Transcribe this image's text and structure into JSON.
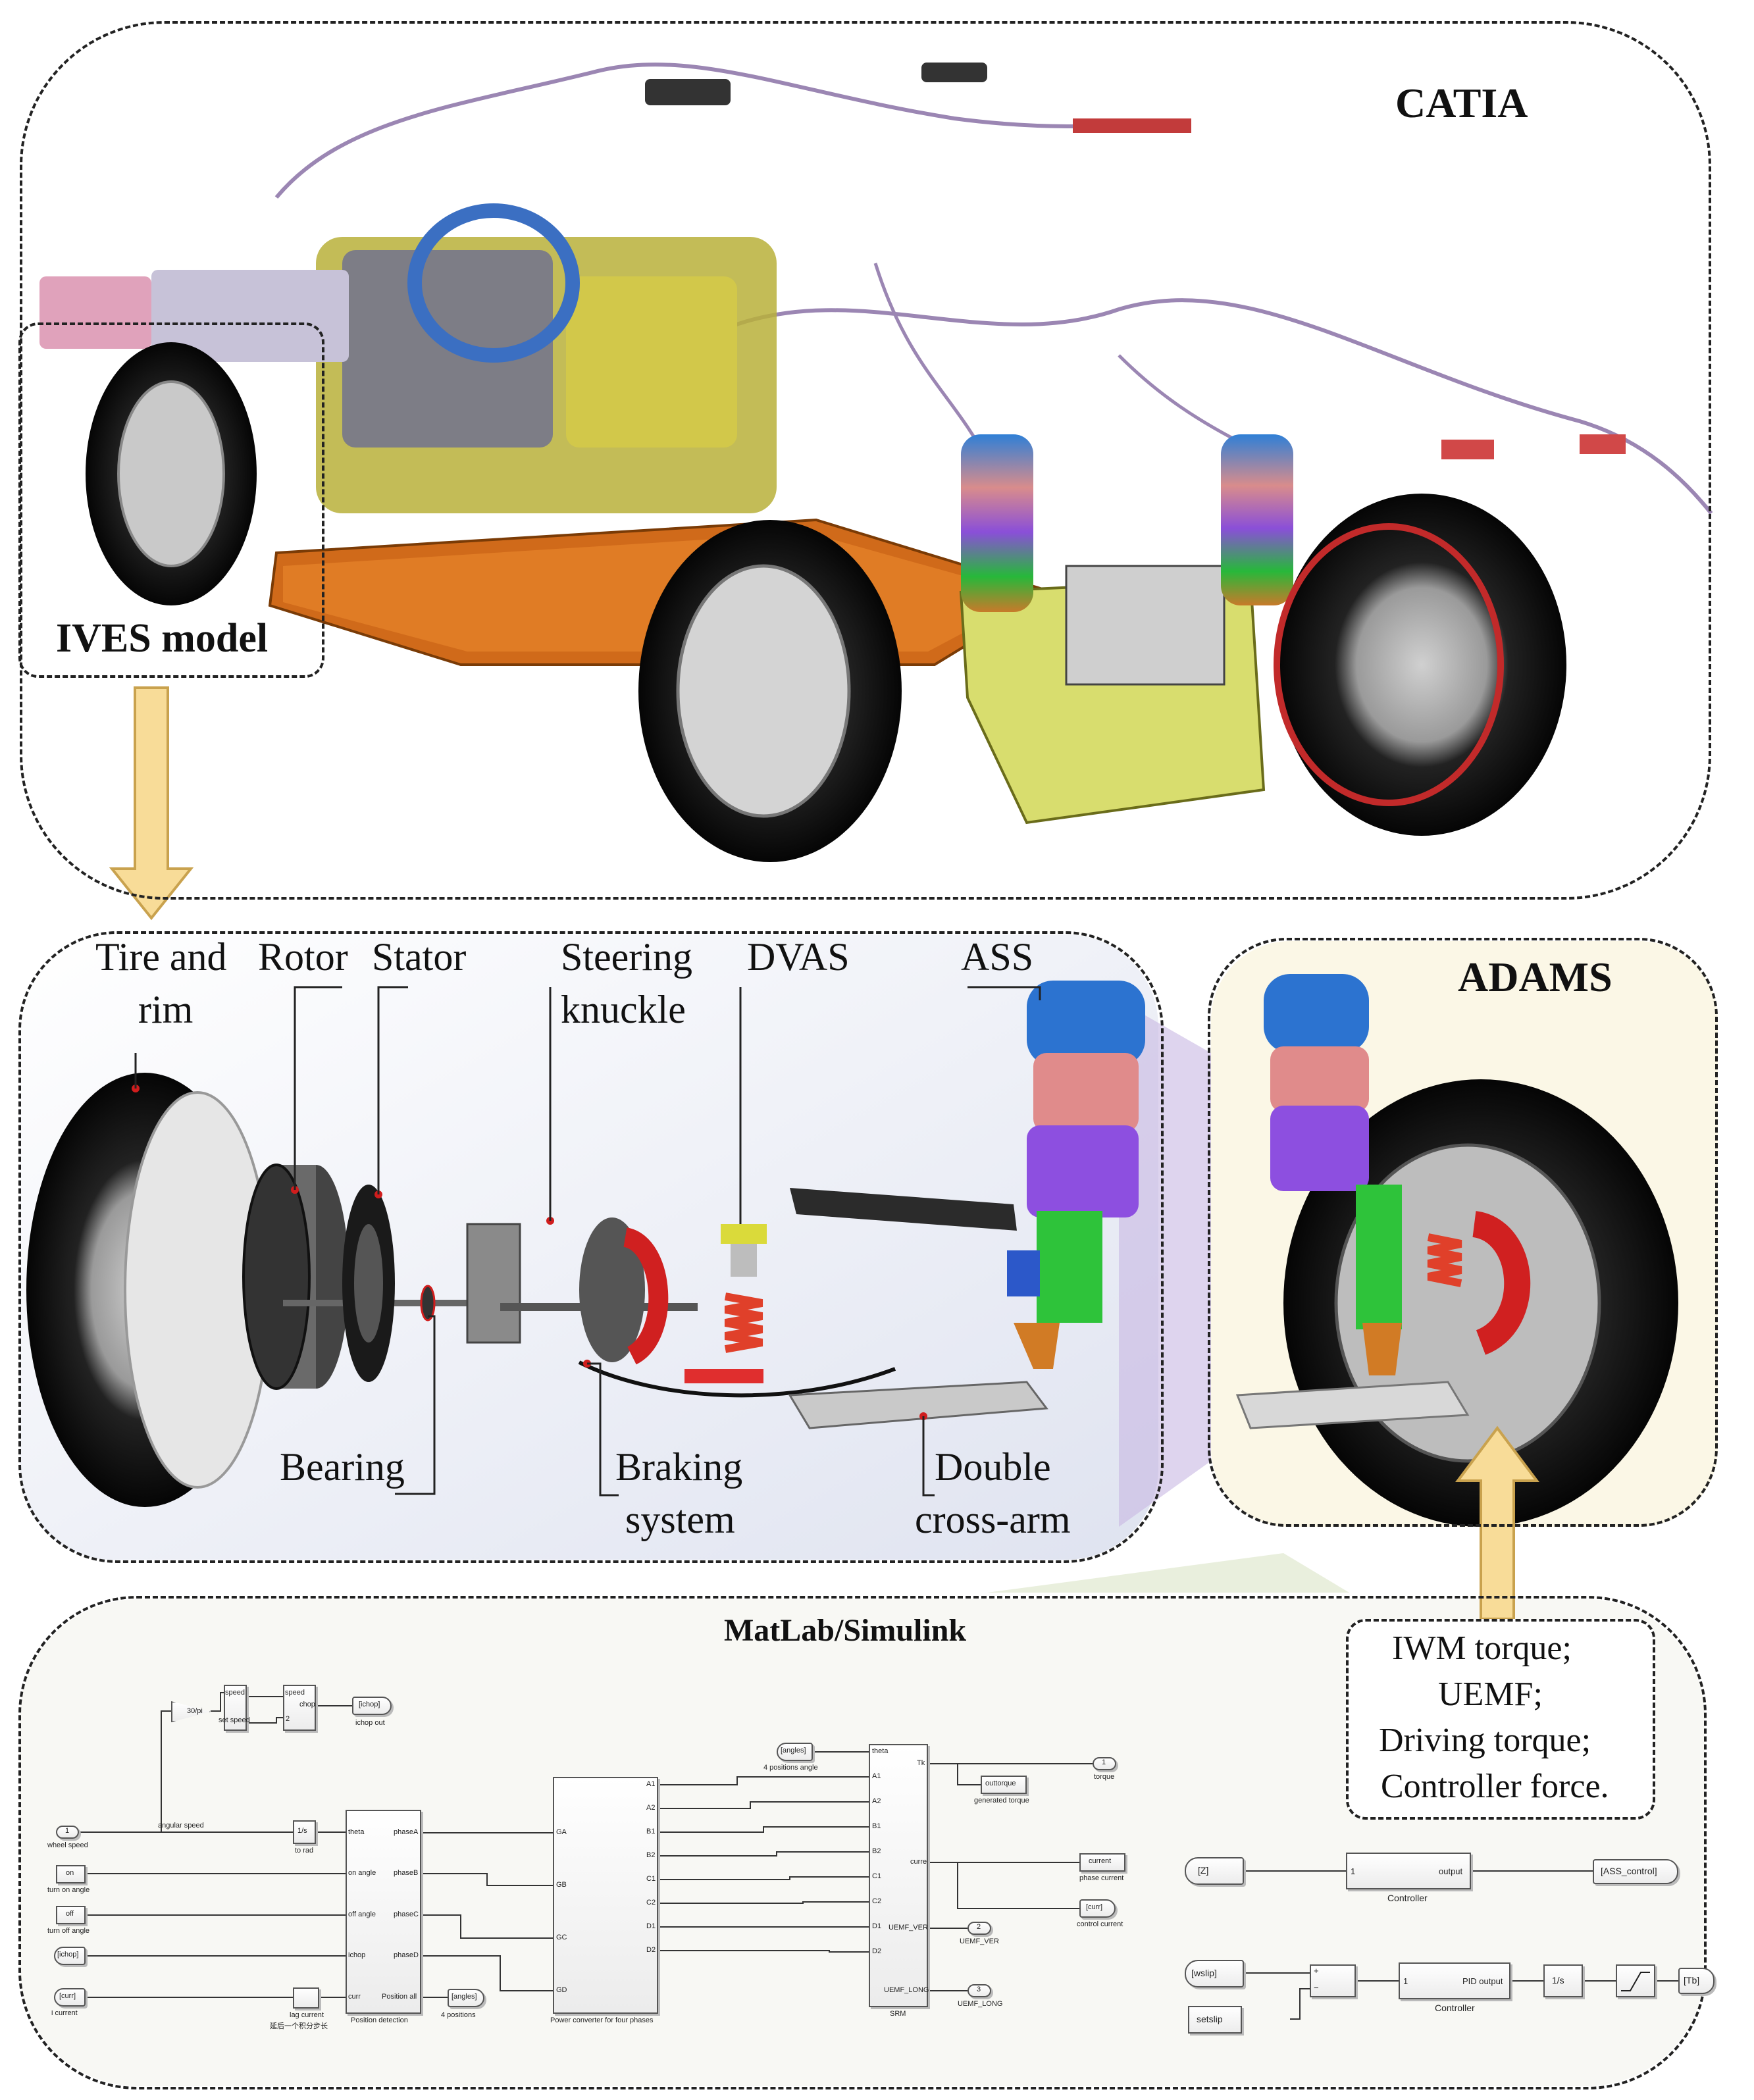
{
  "panels": {
    "catia": "CATIA",
    "ives": "IVES model",
    "adams": "ADAMS",
    "simulink": "MatLab/Simulink"
  },
  "components": {
    "tire_l1": "Tire and",
    "tire_l2": "rim",
    "rotor": "Rotor",
    "stator": "Stator",
    "steering_l1": "Steering",
    "steering_l2": "knuckle",
    "dvas": "DVAS",
    "ass": "ASS",
    "bearing": "Bearing",
    "braking_l1": "Braking",
    "braking_l2": "system",
    "double_l1": "Double",
    "double_l2": "cross-arm"
  },
  "outputs": [
    "IWM torque;",
    "UEMF;",
    "Driving torque;",
    "Controller force."
  ],
  "simulink": {
    "speed": "speed",
    "set_speed": "set speed",
    "gain": "30/pi",
    "chop_speed": "speed",
    "chop": "chop",
    "chop_2": "2",
    "ichop_tag": "[ichop]",
    "ichop_out": "ichop out",
    "in1": "1",
    "wheel_speed": "wheel speed",
    "angular_speed": "angular speed",
    "integrator": "1/s",
    "to_rad": "to rad",
    "on": "on",
    "turn_on_angle": "turn on angle",
    "off": "off",
    "turn_off_angle": "turn off angle",
    "ichop_in": "[ichop]",
    "curr_in": "[curr]",
    "i_current": "i current",
    "lag_current": "lag current",
    "lag_note": "延后一个积分步长",
    "pd": {
      "title": "Position detection",
      "in": [
        "theta",
        "on angle",
        "off angle",
        "ichop",
        "curr"
      ],
      "out": [
        "phaseA",
        "phaseB",
        "phaseC",
        "phaseD",
        "Position all"
      ]
    },
    "angles_out": "[angles]",
    "four_positions": "4 positions",
    "pc": {
      "title": "Power converter for four phases",
      "in": [
        "GA",
        "GB",
        "GC",
        "GD"
      ],
      "out": [
        "A1",
        "A2",
        "B1",
        "B2",
        "C1",
        "C2",
        "D1",
        "D2"
      ]
    },
    "angles_in": "[angles]",
    "four_positions_angle": "4 positions angle",
    "srm": {
      "title": "SRM",
      "in": [
        "theta",
        "A1",
        "A2",
        "B1",
        "B2",
        "C1",
        "C2",
        "D1",
        "D2"
      ],
      "out": [
        "Tk",
        "curre",
        "UEMF_VER",
        "UEMF_LONG"
      ]
    },
    "outtorque": "outtorque",
    "generated_torque": "generated torque",
    "torque_num": "1",
    "torque": "torque",
    "current": "current",
    "phase_current": "phase current",
    "curr_out": "[curr]",
    "control_current": "control current",
    "uemf_ver_num": "2",
    "uemf_ver": "UEMF_VER",
    "uemf_long_num": "3",
    "uemf_long": "UEMF_LONG",
    "z_tag": "[Z]",
    "ctrl1_in": "1",
    "ctrl1_out": "output",
    "controller": "Controller",
    "ass_control": "[ASS_control]",
    "wslip": "[wslip]",
    "setslip": "setslip",
    "plus": "+",
    "minus": "−",
    "pid_in": "1",
    "pid_out": "PID output",
    "controller2": "Controller",
    "integ2": "1/s",
    "tb": "[Tb]"
  },
  "colors": {
    "frame": "#222222",
    "arrow_fill": "#f8dc98",
    "arrow_stroke": "#c9a24e",
    "adams_bg": "#fbf7e6"
  }
}
